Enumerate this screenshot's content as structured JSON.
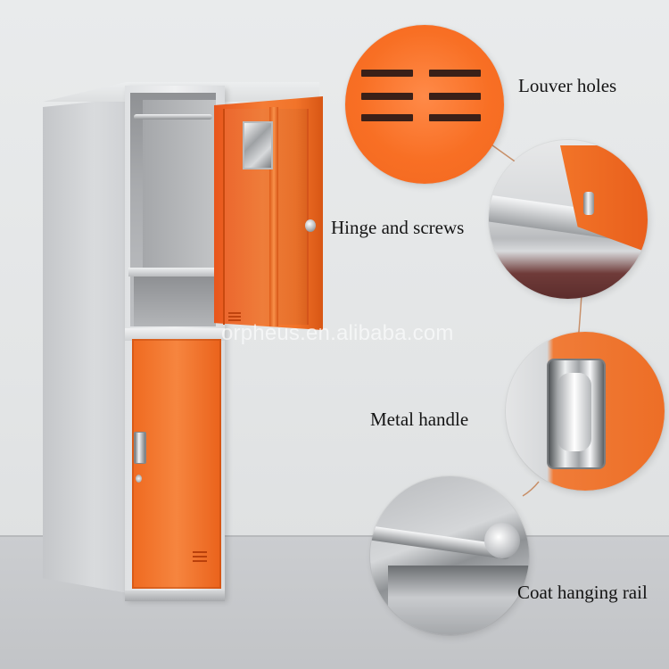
{
  "watermark": "orpheus.en.alibaba.com",
  "callouts": {
    "louver": "Louver holes",
    "hinge": "Hinge and screws",
    "handle": "Metal handle",
    "rail": "Coat hanging rail"
  },
  "colors": {
    "locker_orange": "#f2742a",
    "locker_frame": "#dfe1e3",
    "background": "#e6e8e9",
    "connector": "#c8906a"
  }
}
